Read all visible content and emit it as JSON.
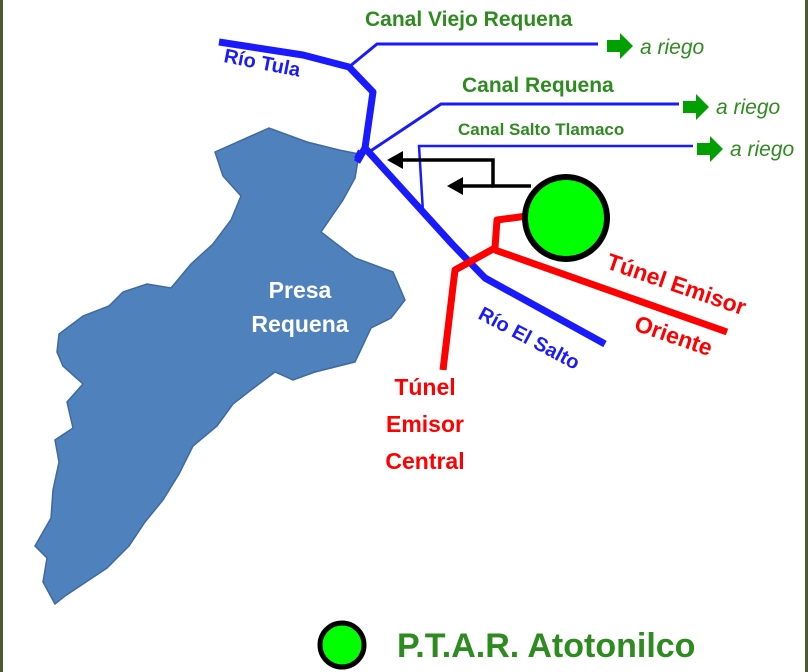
{
  "canals": [
    {
      "name": "Canal Viejo Requena",
      "destination": "a riego"
    },
    {
      "name": "Canal Requena",
      "destination": "a riego"
    },
    {
      "name": "Canal Salto Tlamaco",
      "destination": "a riego"
    }
  ],
  "rivers": [
    "Río Tula",
    "Río El Salto"
  ],
  "tunnels": {
    "oriente": {
      "line1": "Túnel Emisor",
      "line2": "Oriente"
    },
    "central": {
      "line1": "Túnel",
      "line2": "Emisor",
      "line3": "Central"
    }
  },
  "reservoir": {
    "line1": "Presa",
    "line2": "Requena"
  },
  "legend": {
    "ptar": "P.T.A.R. Atotonilco"
  },
  "colors": {
    "rivers": "#1a1aff",
    "tunnels": "#ff0000",
    "canal_labels": "#2e8b1f",
    "reservoir": "#4f81bd",
    "plant": "#00ff00",
    "frame": "#4d5a32"
  },
  "icons": [
    "riego-arrow-icon",
    "discharge-arrowhead"
  ]
}
